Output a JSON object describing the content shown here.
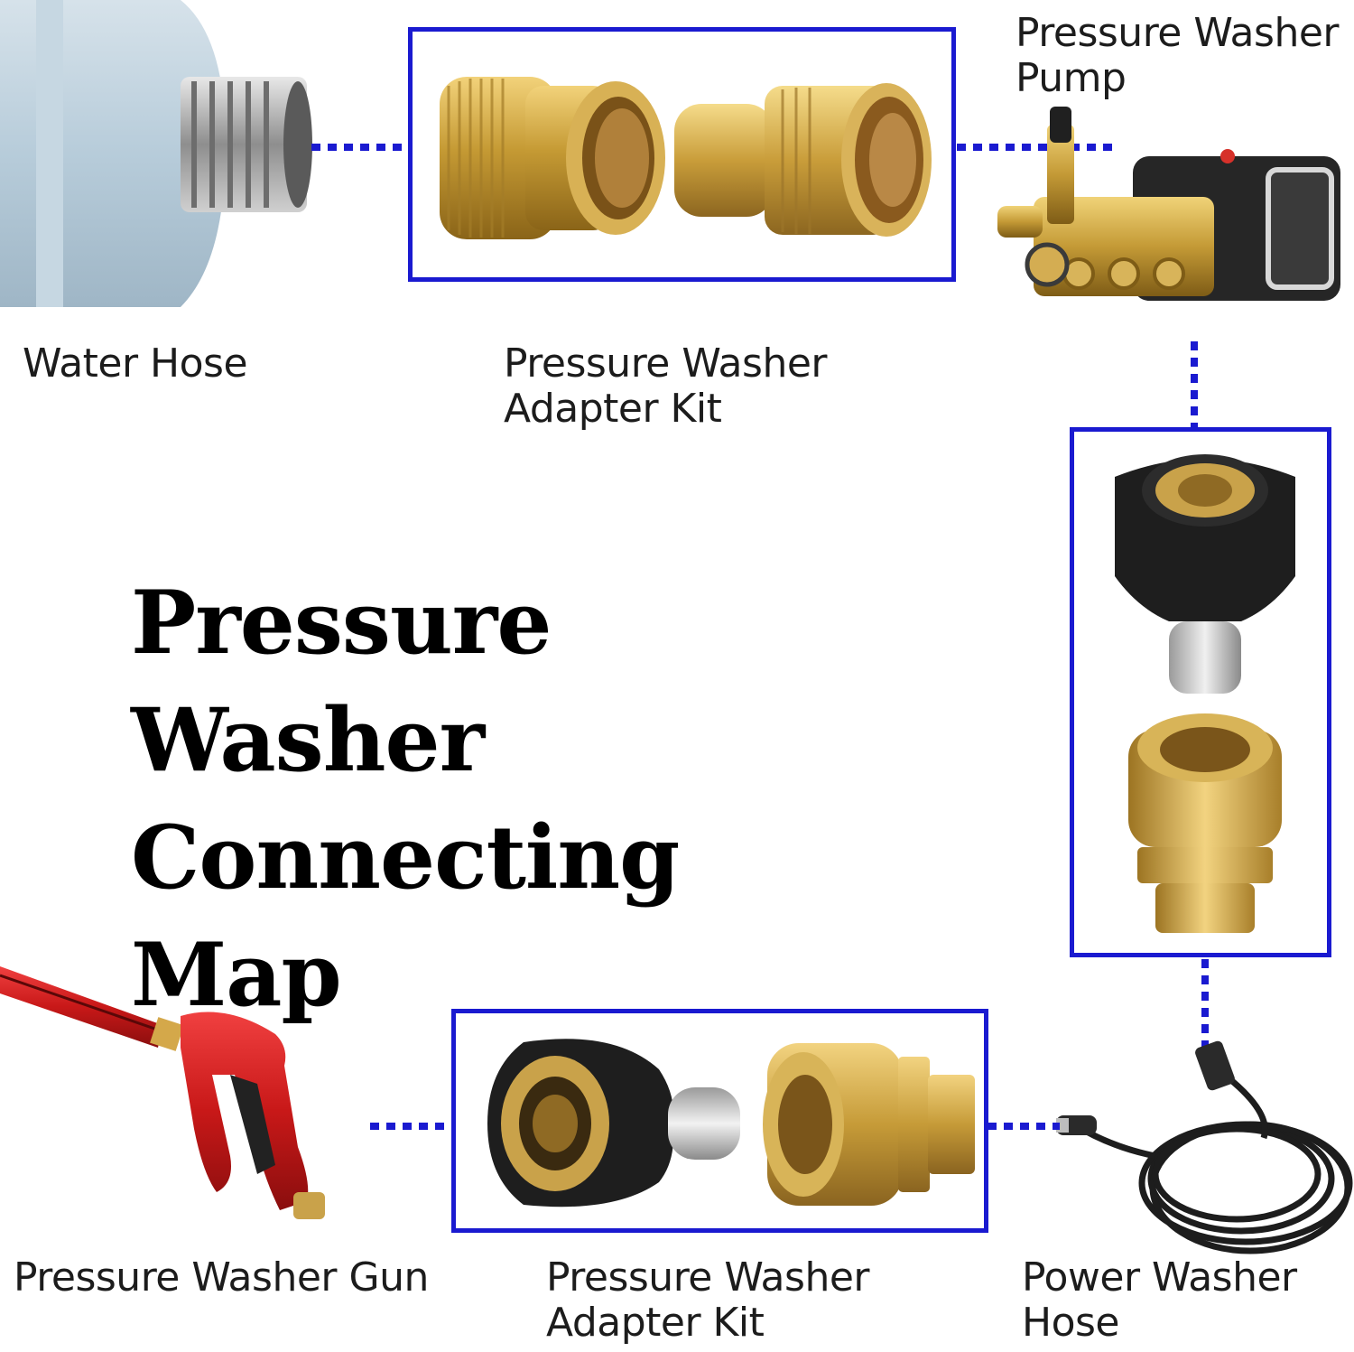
{
  "title": "Pressure Washer\nConnecting Map",
  "labels": {
    "water_hose": "Water Hose",
    "adapter_kit_top": "Pressure Washer\nAdapter Kit",
    "pump": "Pressure Washer\nPump",
    "gun": "Pressure Washer Gun",
    "adapter_kit_bottom": "Pressure Washer\nAdapter Kit",
    "power_hose": "Power Washer\nHose"
  },
  "colors": {
    "frame": "#1a1ad0",
    "connector_dots": "#1a1ad0",
    "brass": "#c9a13a",
    "rubber": "#1e1e1e",
    "hose_blue_grey": "#bcd0de",
    "gun_red": "#d21d1d"
  }
}
